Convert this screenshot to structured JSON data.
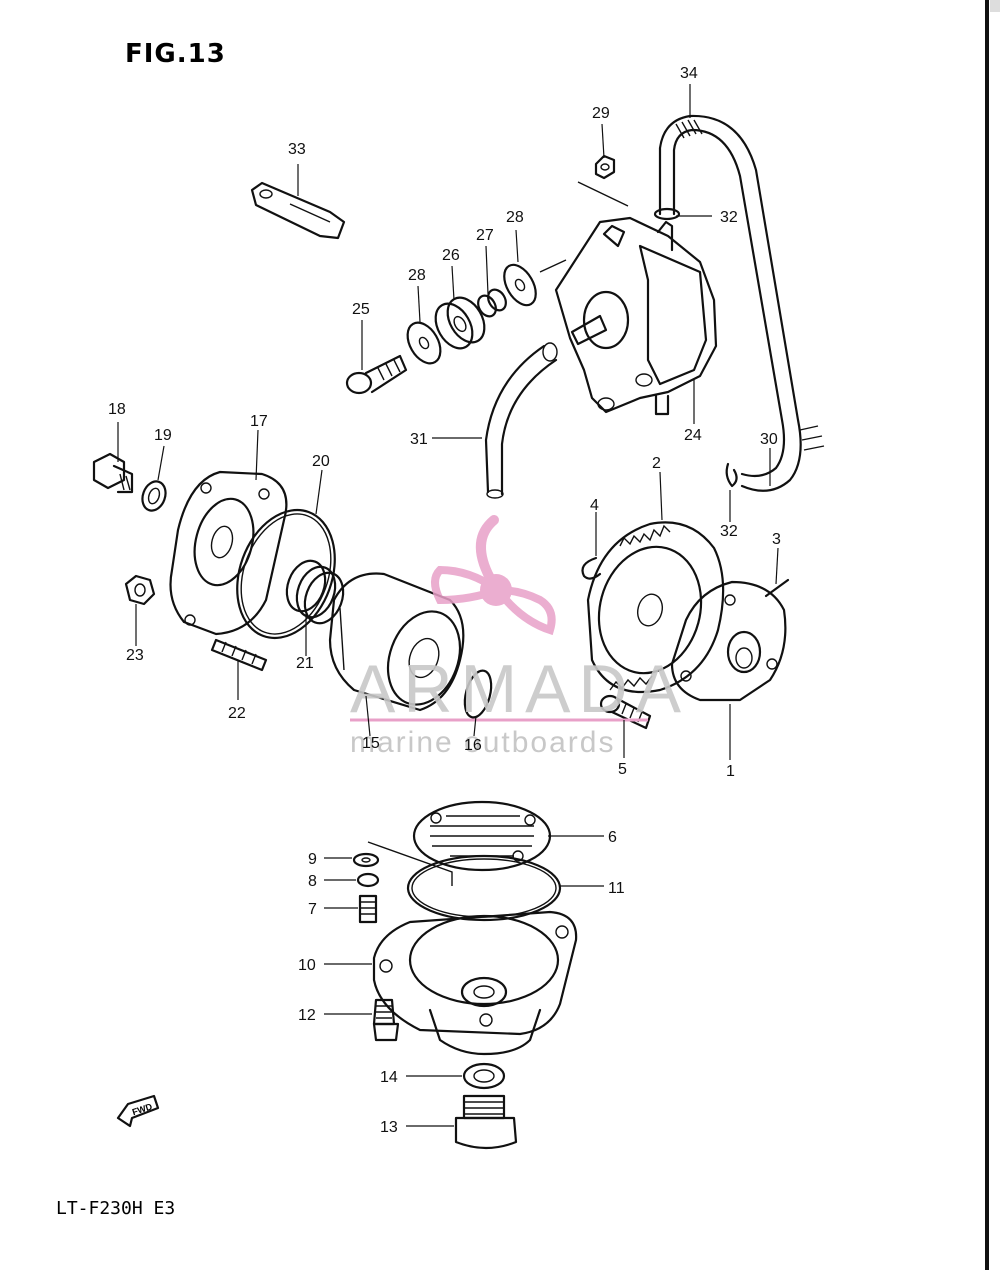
{
  "figure": {
    "title": "FIG.13",
    "model": "LT-F230H E3",
    "fwd_label": "FWD"
  },
  "watermark": {
    "brand": "ARMADA",
    "tagline": "marine outboards",
    "colors": {
      "logo": "#e8a0c8",
      "brand": "#c8c8c8",
      "tagline": "#c8c8c8",
      "rule": "#e8a0c8"
    }
  },
  "callouts": {
    "c1": "1",
    "c2": "2",
    "c3": "3",
    "c4": "4",
    "c5": "5",
    "c6": "6",
    "c7": "7",
    "c8": "8",
    "c9": "9",
    "c10": "10",
    "c11": "11",
    "c12": "12",
    "c13": "13",
    "c14": "14",
    "c15": "15",
    "c16": "16",
    "c17": "17",
    "c18": "18",
    "c19": "19",
    "c20": "20",
    "c21": "21",
    "c22": "22",
    "c23": "23",
    "c24": "24",
    "c25": "25",
    "c26": "26",
    "c27": "27",
    "c28a": "28",
    "c28b": "28",
    "c29": "29",
    "c30": "30",
    "c31": "31",
    "c32a": "32",
    "c32b": "32",
    "c33": "33",
    "c34": "34"
  }
}
